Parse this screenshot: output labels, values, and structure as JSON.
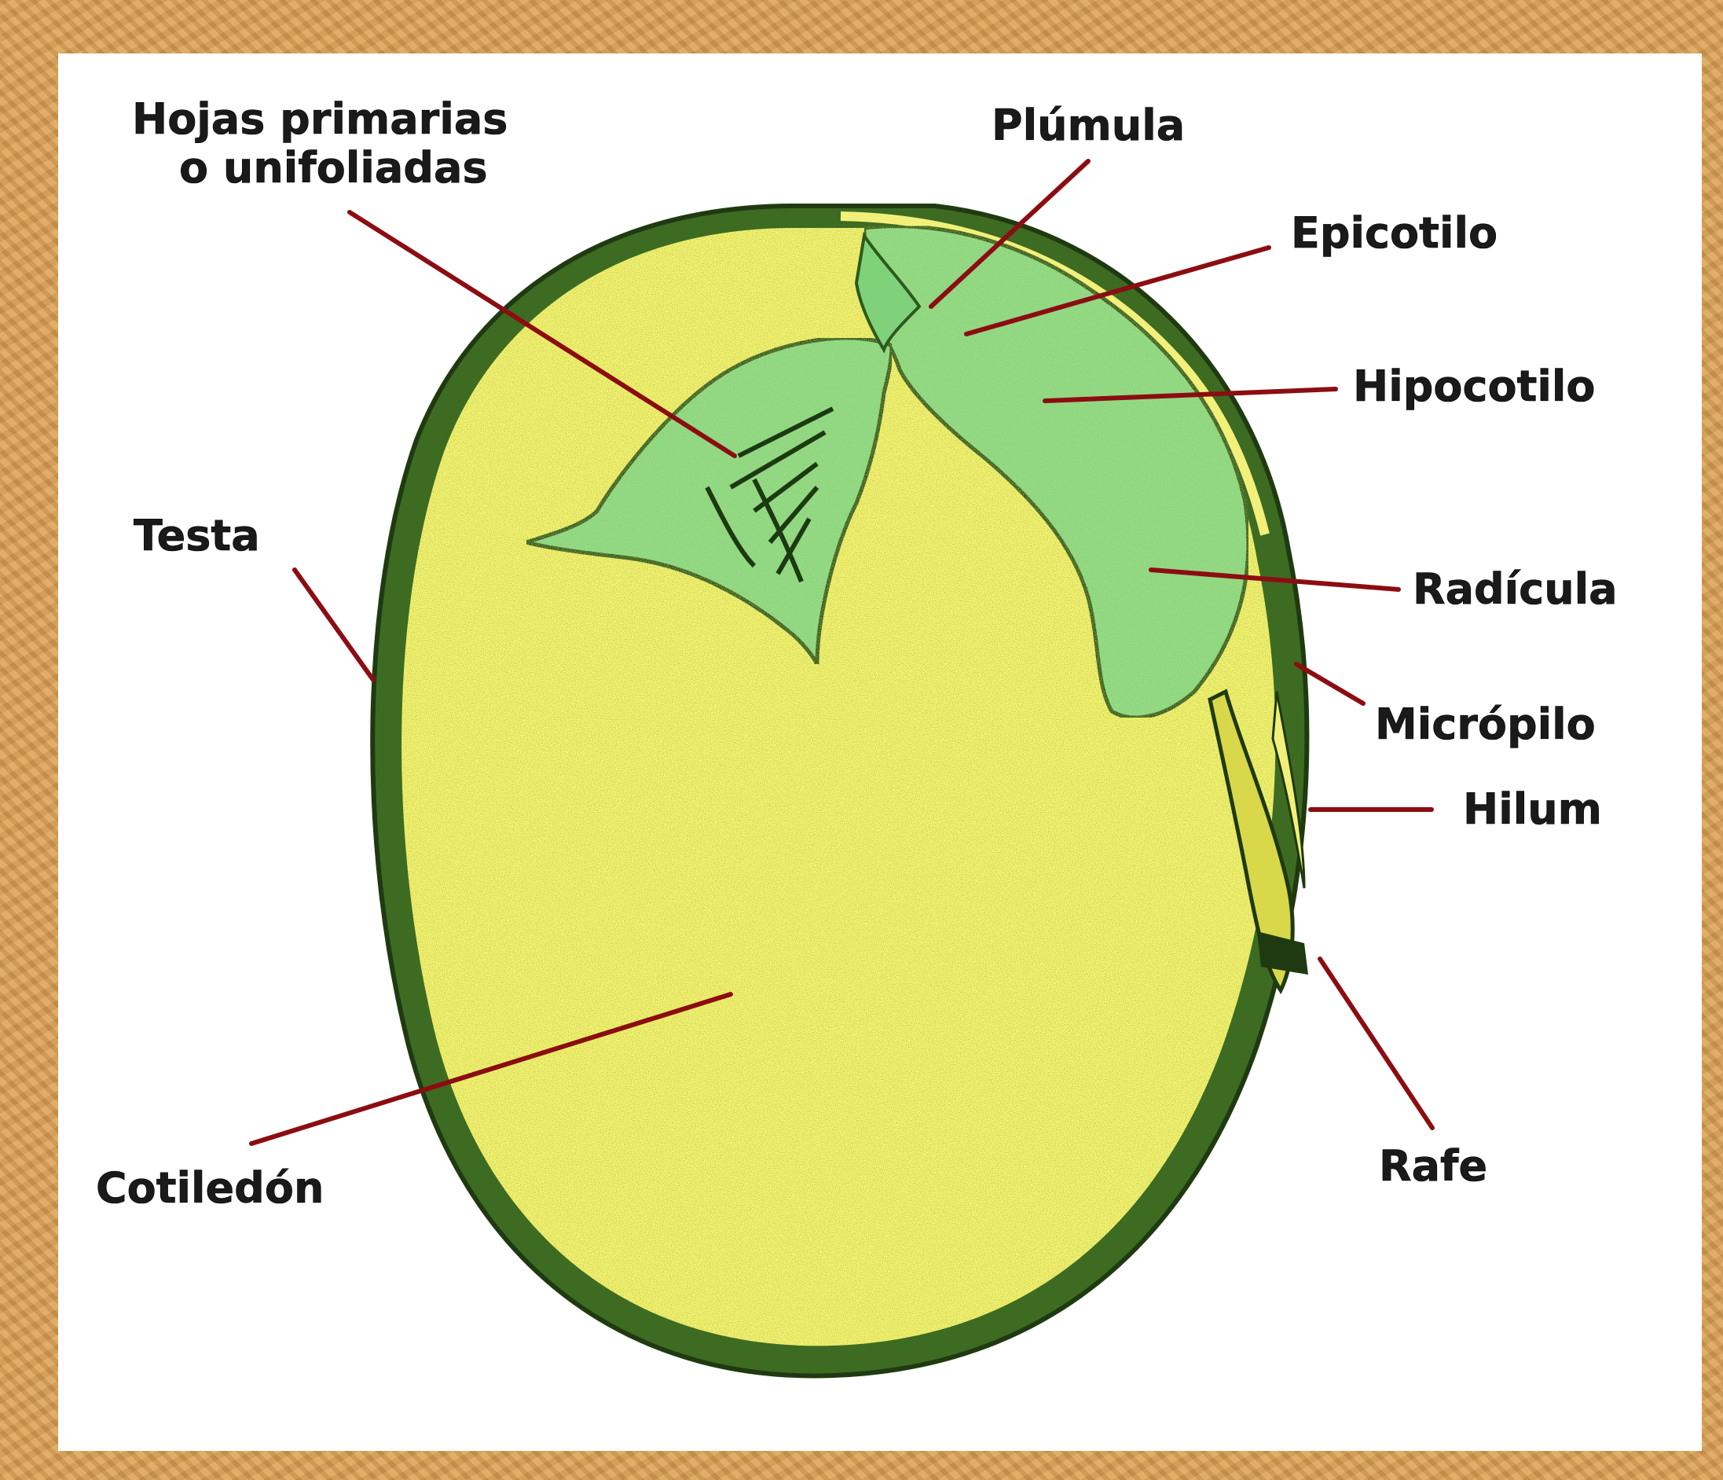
{
  "labels": {
    "hojas_primarias_line1": "Hojas primarias",
    "hojas_primarias_line2": "o unifoliadas",
    "plumula": "Plúmula",
    "epicotilo": "Epicotilo",
    "hipocotilo": "Hipocotilo",
    "testa": "Testa",
    "radicula": "Radícula",
    "micropilo": "Micrópilo",
    "hilum": "Hilum",
    "rafe": "Rafe",
    "cotiledon": "Cotiledón"
  },
  "colors": {
    "frame": "#d9a35a",
    "panel": "#ffffff",
    "cotyledon": "#f7f56e",
    "embryo": "#8fe08a",
    "seed_coat": "#2e5a1c",
    "leader_line": "#8b0d12",
    "label_text": "#1a1a1a"
  }
}
